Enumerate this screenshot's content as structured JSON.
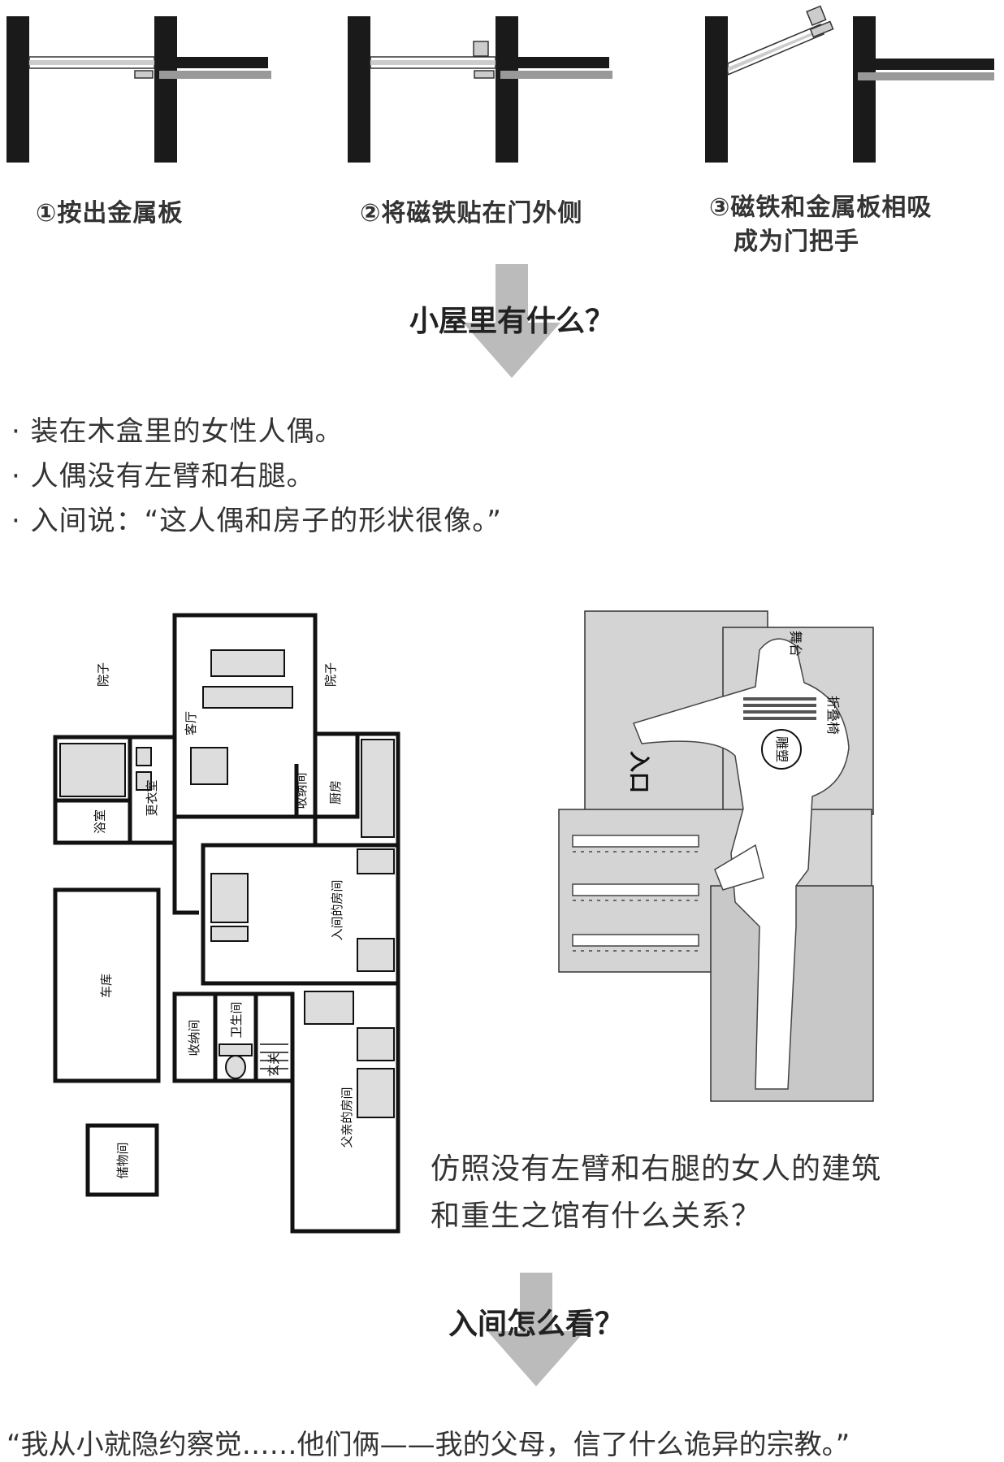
{
  "steps": [
    {
      "caption": "①按出金属板"
    },
    {
      "caption": "②将磁铁贴在门外侧"
    },
    {
      "caption_line1": "③磁铁和金属板相吸",
      "caption_line2": "成为门把手"
    }
  ],
  "question1": "小屋里有什么？",
  "bullets": [
    "· 装在木盒里的女性人偶。",
    "· 人偶没有左臂和右腿。",
    "· 入间说：“这人偶和房子的形状很像。”"
  ],
  "floorplan": {
    "yard_left": "院子",
    "yard_right": "院子",
    "living_room": "客厅",
    "changing_room": "更衣室",
    "bathroom": "浴室",
    "storage1": "收纳间",
    "kitchen": "厨房",
    "iruma_room": "入间的房间",
    "garage": "车库",
    "storage2": "收纳间",
    "toilet": "卫生间",
    "entrance": "玄关",
    "father_room": "父亲的房间",
    "storeroom": "储物间"
  },
  "venue": {
    "entrance": "入口",
    "stage": "舞台",
    "folding_chairs": "折叠椅",
    "sculpture": "雕塑"
  },
  "question2_line1": "仿照没有左臂和右腿的女人的建筑",
  "question2_line2": "和重生之馆有什么关系？",
  "question3": "入间怎么看？",
  "quote": "“我从小就隐约察觉……他们俩——我的父母，信了什么诡异的宗教。”"
}
